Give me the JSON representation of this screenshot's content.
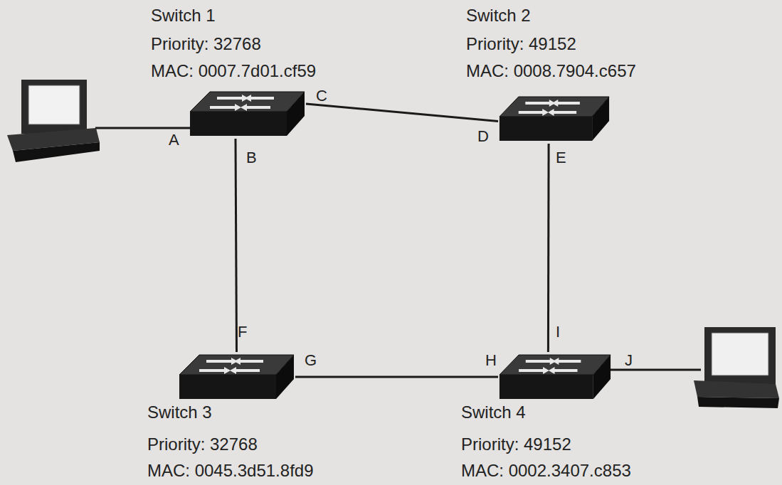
{
  "diagram": {
    "nodes": [
      {
        "text": [
          "Switch 1",
          "Priority: 32768",
          "MAC: 0007.7d01.cf59"
        ]
      },
      {
        "text": [
          "Switch 2",
          "Priority: 49152",
          "MAC: 0008.7904.c657"
        ]
      },
      {
        "text": [
          "Switch 3",
          "Priority: 32768",
          "MAC: 0045.3d51.8fd9"
        ]
      },
      {
        "text": [
          "Switch 4",
          "Priority: 49152",
          "MAC: 0002.3407.c853"
        ]
      }
    ],
    "edges": [
      {
        "from": 0,
        "to": 1,
        "arrow": "none"
      },
      {
        "from": 0,
        "to": 2,
        "arrow": "none"
      },
      {
        "from": 1,
        "to": 3,
        "arrow": "none"
      },
      {
        "from": 2,
        "to": 3,
        "arrow": "none"
      }
    ],
    "labels": [
      "A",
      "B",
      "C",
      "D",
      "E",
      "F",
      "G",
      "H",
      "I",
      "J"
    ]
  }
}
